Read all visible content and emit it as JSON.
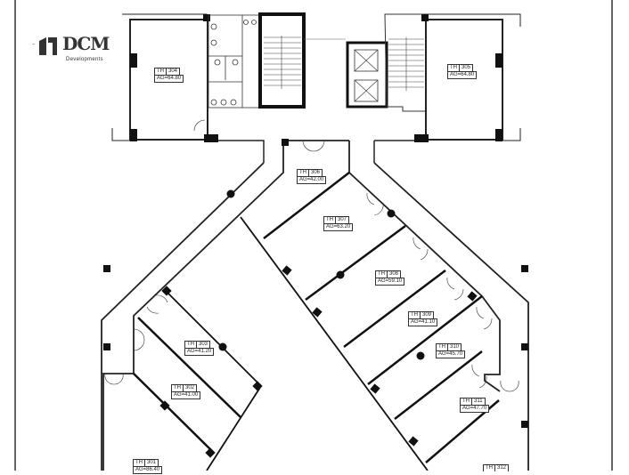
{
  "logo": {
    "tm": "™",
    "brand": "DCM",
    "subtitle": "Developments"
  },
  "floorplan": {
    "colors": {
      "wall": "#111111",
      "thin_line": "#333333",
      "column": "#111111",
      "border": "#333333",
      "background": "#ffffff"
    },
    "units": [
      {
        "code": "TH",
        "number": "304",
        "area": "AG=64.80"
      },
      {
        "code": "TH",
        "number": "305",
        "area": "AG=64.80"
      },
      {
        "code": "TH",
        "number": "306",
        "area": "AG=42.00"
      },
      {
        "code": "TH",
        "number": "307",
        "area": "AG=63.20"
      },
      {
        "code": "TH",
        "number": "308",
        "area": "AG=59.10"
      },
      {
        "code": "TH",
        "number": "309",
        "area": "AG=41.10"
      },
      {
        "code": "TH",
        "number": "310",
        "area": "AG=45.70"
      },
      {
        "code": "TH",
        "number": "311",
        "area": "AG=47.70"
      },
      {
        "code": "TH",
        "number": "303",
        "area": "AG=41.20"
      },
      {
        "code": "TH",
        "number": "302",
        "area": "AG=41.00"
      },
      {
        "code": "TH",
        "number": "301",
        "area": "AG=86.40"
      },
      {
        "code": "TH",
        "number": "312",
        "area": ""
      }
    ],
    "core": {
      "stair_label": "stairs",
      "elevator_count": 2,
      "restroom_label": "restrooms"
    }
  }
}
